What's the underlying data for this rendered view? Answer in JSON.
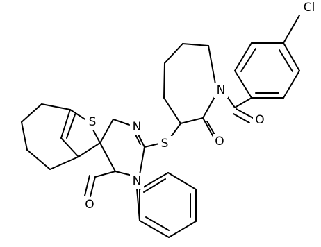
{
  "colors": {
    "bond": "#000000",
    "label": "#000000",
    "background": "#ffffff"
  },
  "atoms": [
    {
      "label": "Cl"
    },
    {
      "label": "O"
    },
    {
      "label": "N"
    },
    {
      "label": "O"
    },
    {
      "label": "S"
    },
    {
      "label": "S"
    },
    {
      "label": "N"
    },
    {
      "label": "N"
    },
    {
      "label": "O"
    }
  ]
}
